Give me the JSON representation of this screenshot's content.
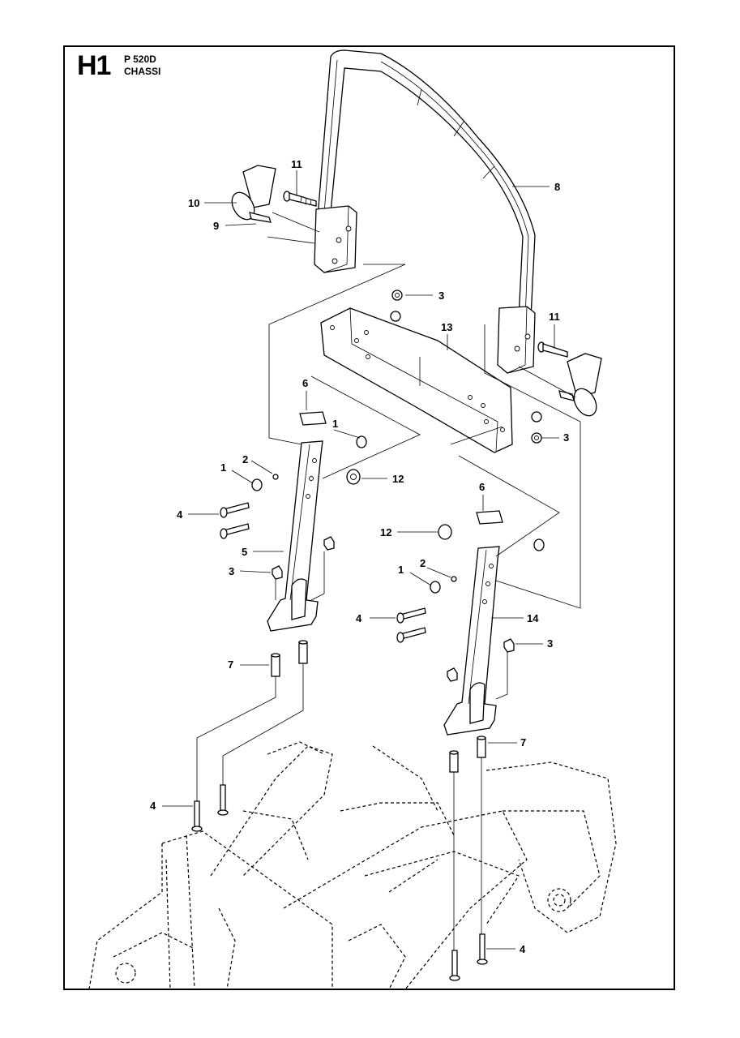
{
  "header": {
    "section_code": "H1",
    "model": "P 520D",
    "section_name": "CHASSI"
  },
  "callouts": [
    {
      "id": "c11a",
      "label": "11"
    },
    {
      "id": "c10",
      "label": "10"
    },
    {
      "id": "c9",
      "label": "9"
    },
    {
      "id": "c8",
      "label": "8"
    },
    {
      "id": "c3a",
      "label": "3"
    },
    {
      "id": "c13",
      "label": "13"
    },
    {
      "id": "c11b",
      "label": "11"
    },
    {
      "id": "c6a",
      "label": "6"
    },
    {
      "id": "c1a",
      "label": "1"
    },
    {
      "id": "c2a",
      "label": "2"
    },
    {
      "id": "c1b",
      "label": "1"
    },
    {
      "id": "c12a",
      "label": "12"
    },
    {
      "id": "c3b",
      "label": "3"
    },
    {
      "id": "c4a",
      "label": "4"
    },
    {
      "id": "c5",
      "label": "5"
    },
    {
      "id": "c3c",
      "label": "3"
    },
    {
      "id": "c6b",
      "label": "6"
    },
    {
      "id": "c12b",
      "label": "12"
    },
    {
      "id": "c2b",
      "label": "2"
    },
    {
      "id": "c1c",
      "label": "1"
    },
    {
      "id": "c4b",
      "label": "4"
    },
    {
      "id": "c14",
      "label": "14"
    },
    {
      "id": "c3d",
      "label": "3"
    },
    {
      "id": "c7a",
      "label": "7"
    },
    {
      "id": "c7b",
      "label": "7"
    },
    {
      "id": "c4c",
      "label": "4"
    },
    {
      "id": "c4d",
      "label": "4"
    }
  ]
}
